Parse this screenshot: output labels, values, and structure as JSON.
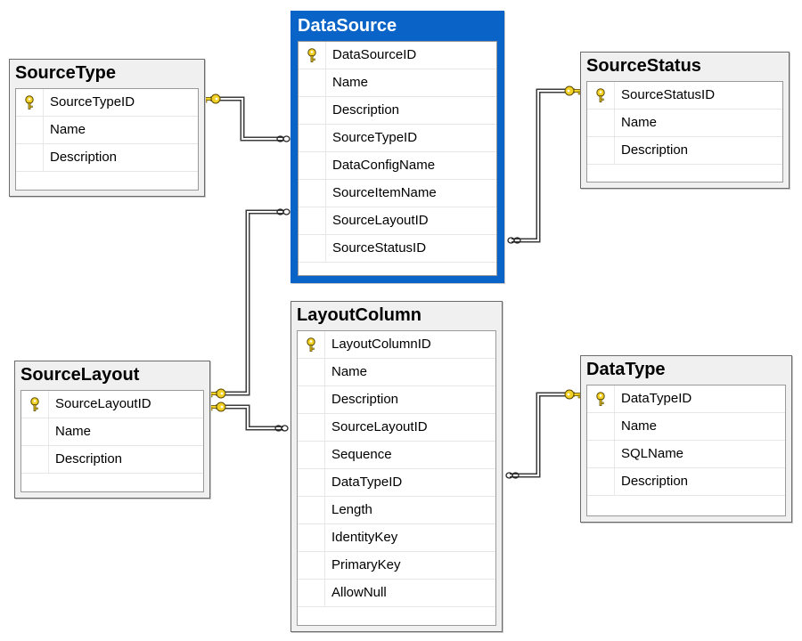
{
  "tables": {
    "datasource": {
      "title": "DataSource",
      "selected": true,
      "columns": [
        {
          "name": "DataSourceID",
          "key": true
        },
        {
          "name": "Name",
          "key": false
        },
        {
          "name": "Description",
          "key": false
        },
        {
          "name": "SourceTypeID",
          "key": false
        },
        {
          "name": "DataConfigName",
          "key": false
        },
        {
          "name": "SourceItemName",
          "key": false
        },
        {
          "name": "SourceLayoutID",
          "key": false
        },
        {
          "name": "SourceStatusID",
          "key": false
        }
      ]
    },
    "sourcetype": {
      "title": "SourceType",
      "columns": [
        {
          "name": "SourceTypeID",
          "key": true
        },
        {
          "name": "Name",
          "key": false
        },
        {
          "name": "Description",
          "key": false
        }
      ]
    },
    "sourcestatus": {
      "title": "SourceStatus",
      "columns": [
        {
          "name": "SourceStatusID",
          "key": true
        },
        {
          "name": "Name",
          "key": false
        },
        {
          "name": "Description",
          "key": false
        }
      ]
    },
    "layoutcolumn": {
      "title": "LayoutColumn",
      "columns": [
        {
          "name": "LayoutColumnID",
          "key": true
        },
        {
          "name": "Name",
          "key": false
        },
        {
          "name": "Description",
          "key": false
        },
        {
          "name": "SourceLayoutID",
          "key": false
        },
        {
          "name": "Sequence",
          "key": false
        },
        {
          "name": "DataTypeID",
          "key": false
        },
        {
          "name": "Length",
          "key": false
        },
        {
          "name": "IdentityKey",
          "key": false
        },
        {
          "name": "PrimaryKey",
          "key": false
        },
        {
          "name": "AllowNull",
          "key": false
        }
      ]
    },
    "sourcelayout": {
      "title": "SourceLayout",
      "columns": [
        {
          "name": "SourceLayoutID",
          "key": true
        },
        {
          "name": "Name",
          "key": false
        },
        {
          "name": "Description",
          "key": false
        }
      ]
    },
    "datatype": {
      "title": "DataType",
      "columns": [
        {
          "name": "DataTypeID",
          "key": true
        },
        {
          "name": "Name",
          "key": false
        },
        {
          "name": "SQLName",
          "key": false
        },
        {
          "name": "Description",
          "key": false
        }
      ]
    }
  },
  "relationships": [
    {
      "from": "sourcetype",
      "from_column": "SourceTypeID",
      "to": "datasource",
      "to_column": "SourceTypeID",
      "cardinality": "one-to-many"
    },
    {
      "from": "sourcestatus",
      "from_column": "SourceStatusID",
      "to": "datasource",
      "to_column": "SourceStatusID",
      "cardinality": "one-to-many"
    },
    {
      "from": "sourcelayout",
      "from_column": "SourceLayoutID",
      "to": "datasource",
      "to_column": "SourceLayoutID",
      "cardinality": "one-to-many"
    },
    {
      "from": "sourcelayout",
      "from_column": "SourceLayoutID",
      "to": "layoutcolumn",
      "to_column": "SourceLayoutID",
      "cardinality": "one-to-many"
    },
    {
      "from": "datatype",
      "from_column": "DataTypeID",
      "to": "layoutcolumn",
      "to_column": "DataTypeID",
      "cardinality": "one-to-many"
    }
  ],
  "colors": {
    "selected_header": "#0a64c8",
    "key_icon": "#f2d024",
    "connector": "#3c3c3c"
  }
}
